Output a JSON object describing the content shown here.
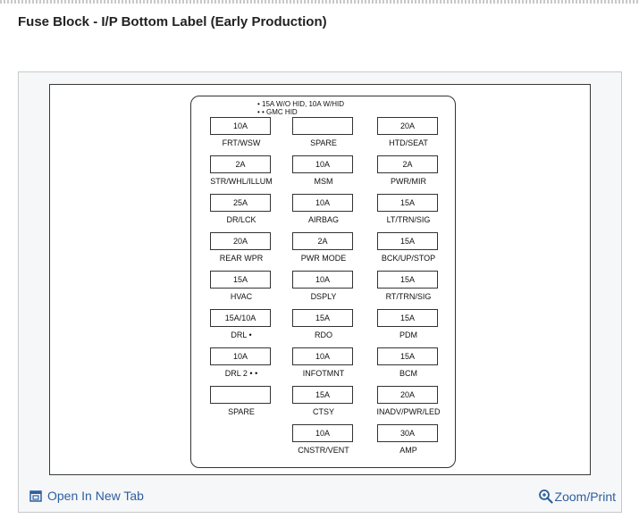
{
  "title": "Fuse Block - I/P Bottom Label (Early Production)",
  "notes": {
    "line1": "• 15A W/O HID, 10A W/HID",
    "line2": "• • GMC HID"
  },
  "fuse_rows": [
    [
      {
        "rating": "10A",
        "label": "FRT/WSW"
      },
      {
        "rating": "",
        "label": "SPARE"
      },
      {
        "rating": "20A",
        "label": "HTD/SEAT"
      }
    ],
    [
      {
        "rating": "2A",
        "label": "STR/WHL/ILLUM"
      },
      {
        "rating": "10A",
        "label": "MSM"
      },
      {
        "rating": "2A",
        "label": "PWR/MIR"
      }
    ],
    [
      {
        "rating": "25A",
        "label": "DR/LCK"
      },
      {
        "rating": "10A",
        "label": "AIRBAG"
      },
      {
        "rating": "15A",
        "label": "LT/TRN/SIG"
      }
    ],
    [
      {
        "rating": "20A",
        "label": "REAR WPR"
      },
      {
        "rating": "2A",
        "label": "PWR MODE"
      },
      {
        "rating": "15A",
        "label": "BCK/UP/STOP"
      }
    ],
    [
      {
        "rating": "15A",
        "label": "HVAC"
      },
      {
        "rating": "10A",
        "label": "DSPLY"
      },
      {
        "rating": "15A",
        "label": "RT/TRN/SIG"
      }
    ],
    [
      {
        "rating": "15A/10A",
        "label": "DRL •"
      },
      {
        "rating": "15A",
        "label": "RDO"
      },
      {
        "rating": "15A",
        "label": "PDM"
      }
    ],
    [
      {
        "rating": "10A",
        "label": "DRL 2 • •"
      },
      {
        "rating": "10A",
        "label": "INFOTMNT"
      },
      {
        "rating": "15A",
        "label": "BCM"
      }
    ],
    [
      {
        "rating": "",
        "label": "SPARE"
      },
      {
        "rating": "15A",
        "label": "CTSY"
      },
      {
        "rating": "20A",
        "label": "INADV/PWR/LED"
      }
    ],
    [
      null,
      {
        "rating": "10A",
        "label": "CNSTR/VENT"
      },
      {
        "rating": "30A",
        "label": "AMP"
      }
    ]
  ],
  "footer": {
    "open_label": "Open In New Tab",
    "zoom_label": "Zoom/Print"
  },
  "icons": {
    "open": "open-in-new-tab-icon",
    "zoom": "magnifier-icon"
  },
  "colors": {
    "link": "#2d5f9e",
    "frame_border": "#c8c8c8"
  }
}
